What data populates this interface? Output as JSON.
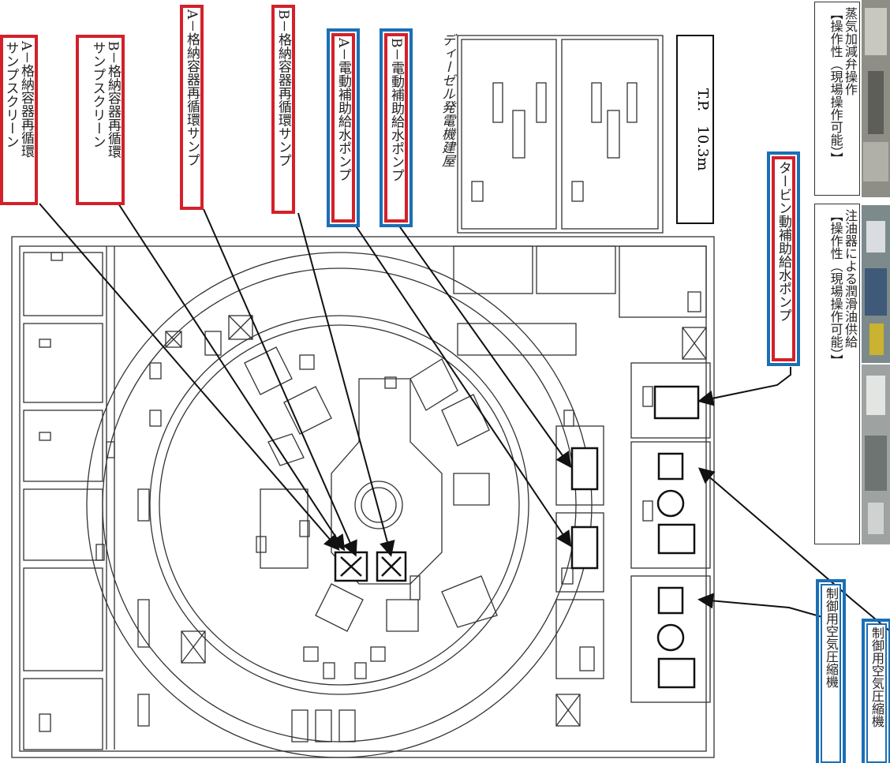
{
  "labels": {
    "a_screen": "A－格納容器再循環\nサンプスクリーン",
    "b_screen": "B－格納容器再循環\nサンプスクリーン",
    "a_sump": "A－格納容器再循環サンプ",
    "b_sump": "B－格納容器再循環サンプ",
    "a_motor_pump": "A－電動補助給水ポンプ",
    "b_motor_pump": "B－電動補助給水ポンプ",
    "diesel_building": "ディーゼル発電機建屋",
    "elevation": "T.P.　10.3m",
    "turbine_pump": "タービン動補助給水ポンプ",
    "steam_valve": "蒸気加減弁操作\n【操作性（現場操作可能）】",
    "oil_supply": "注油器による潤滑油供給\n【操作性（現場操作可能）】",
    "compressor_1": "制御用空気圧縮機",
    "compressor_2": "制御用空気圧縮機"
  },
  "colors": {
    "red_frame": "#d4202a",
    "blue_frame": "#1a6fb5",
    "plan_line": "#333333",
    "arrow": "#111111"
  }
}
